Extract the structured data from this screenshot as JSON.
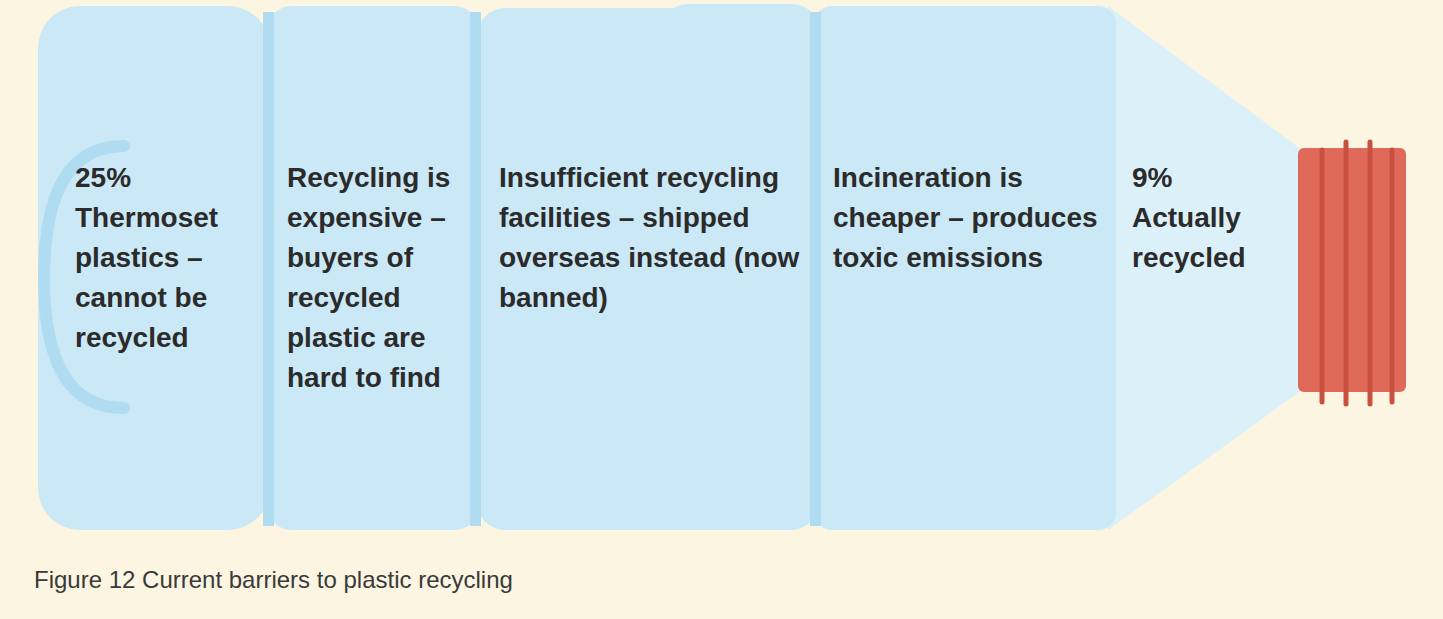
{
  "diagram": {
    "caption": "Figure 12 Current barriers to plastic recycling",
    "nodes": [
      {
        "text": [
          "25% Thermoset plastics – cannot be recycled"
        ]
      },
      {
        "text": [
          "Recycling is expensive – buyers of recycled plastic are hard to find"
        ]
      },
      {
        "text": [
          "Insufficient recycling facilities – shipped overseas instead (now banned)"
        ]
      },
      {
        "text": [
          "Incineration is cheaper – produces toxic emissions"
        ]
      },
      {
        "text": [
          "9% Actually recycled"
        ]
      }
    ]
  }
}
